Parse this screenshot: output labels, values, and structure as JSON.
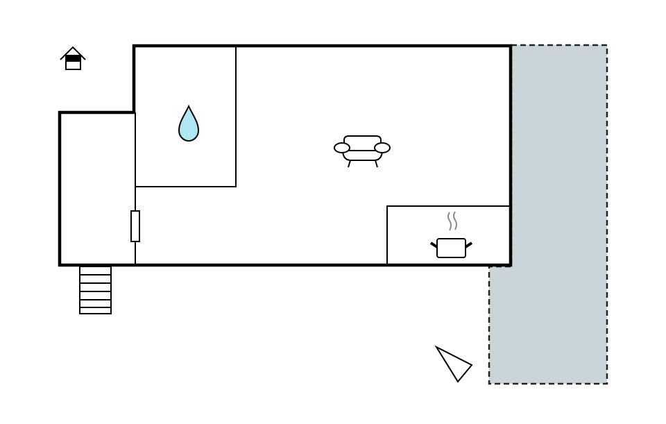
{
  "colors": {
    "wall": "#000000",
    "terrace_fill": "#c9d5d8",
    "water_drop": "#aee6f2",
    "steam": "#8a8a8a",
    "background": "#ffffff"
  },
  "icons": [
    "house-entrance-icon",
    "water-drop-icon",
    "sofa-icon",
    "cooking-pot-icon",
    "compass-north-icon",
    "stairs-icon",
    "door-icon"
  ],
  "rooms": [
    "bathroom",
    "living-room",
    "kitchen",
    "entry-room",
    "terrace"
  ]
}
